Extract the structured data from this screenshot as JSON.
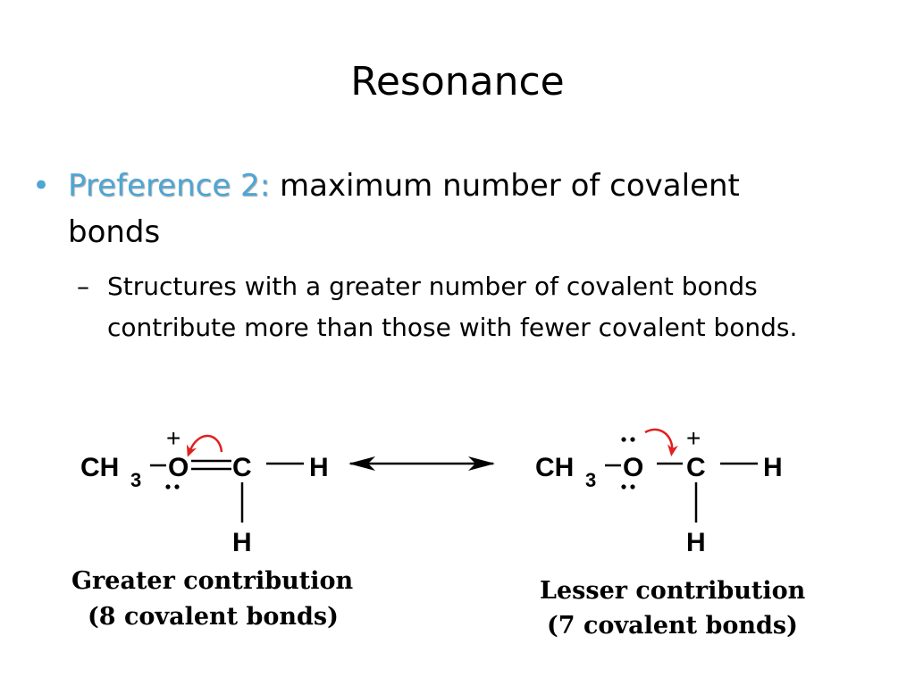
{
  "slide": {
    "title": "Resonance",
    "bullet": {
      "highlight": "Preference 2:",
      "text": "maximum number of covalent bonds",
      "sub": "Structures with a greater number of covalent bonds contribute more than those with fewer covalent bonds."
    }
  },
  "structure_left": {
    "ch3": "CH",
    "ch3_sub": "3",
    "o": "O",
    "c": "C",
    "h_right": "H",
    "h_bottom": "H",
    "charge": "+",
    "caption_line1": "Greater contribution",
    "caption_line2": "(8 covalent bonds)"
  },
  "structure_right": {
    "ch3": "CH",
    "ch3_sub": "3",
    "o": "O",
    "c": "C",
    "h_right": "H",
    "h_bottom": "H",
    "charge": "+",
    "caption_line1": "Lesser contribution",
    "caption_line2": "(7 covalent bonds)"
  },
  "colors": {
    "accent": "#4da6d4",
    "curved_arrow": "#e02020"
  }
}
